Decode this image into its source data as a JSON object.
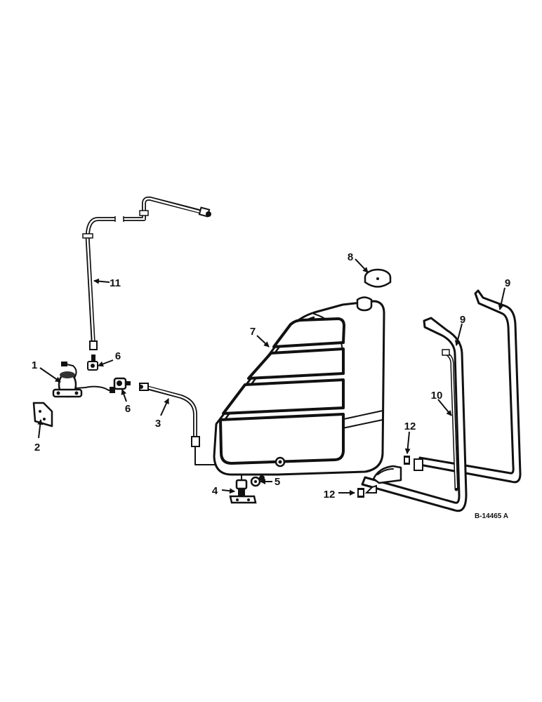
{
  "diagram": {
    "drawing_number": "B-14465 A",
    "callouts": {
      "c1": "1",
      "c2": "2",
      "c3": "3",
      "c4": "4",
      "c5": "5",
      "c6a": "6",
      "c6b": "6",
      "c7": "7",
      "c8": "8",
      "c9a": "9",
      "c9b": "9",
      "c10": "10",
      "c11": "11",
      "c12a": "12",
      "c12b": "12"
    }
  }
}
